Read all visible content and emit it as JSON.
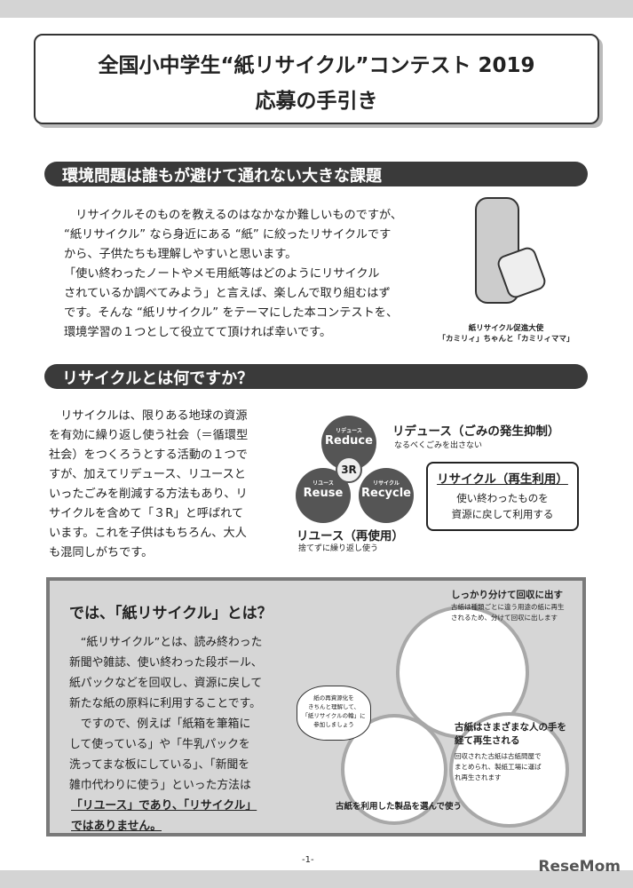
{
  "title": {
    "line1": "全国小中学生“紙リサイクル”コンテスト 2019",
    "line2": "応募の手引き"
  },
  "section1": {
    "heading": "環境問題は誰もが避けて通れない大きな課題",
    "body": "　リサイクルそのものを教えるのはなかなか難しいものですが、\n“紙リサイクル” なら身近にある “紙” に絞ったリサイクルです\nから、子供たちも理解しやすいと思います。\n「使い終わったノートやメモ用紙等はどのようにリサイクル\nされているか調べてみよう」と言えば、楽しんで取り組むはず\nです。そんな “紙リサイクル” をテーマにした本コンテストを、\n環境学習の１つとして役立てて頂ければ幸いです。",
    "mascot_caption": [
      "紙リサイクル促進大使",
      "「カミリィ」ちゃんと「カミリィママ」"
    ]
  },
  "section2": {
    "heading": "リサイクルとは何ですか？",
    "body": "　リサイクルは、限りある地球の資源\nを有効に繰り返し使う社会（＝循環型\n社会）をつくろうとする活動の１つで\nすが、加えてリデュース、リユースと\nいったごみを削減する方法もあり、リ\nサイクルを含めて「３R」と呼ばれて\nいます。これを子供はもちろん、大人\nも混同しがちです。",
    "diagram": {
      "center": "3R",
      "reduce": {
        "kana": "リデュース",
        "word": "Reduce",
        "title": "リデュース（ごみの発生抑制）",
        "desc": "なるべくごみを出さない"
      },
      "reuse": {
        "kana": "リユース",
        "word": "Reuse",
        "title": "リユース（再使用）",
        "desc": "捨てずに繰り返し使う"
      },
      "recycle": {
        "kana": "リサイクル",
        "word": "Recycle",
        "title": "リサイクル（再生利用）",
        "desc": "使い終わったものを\n資源に戻して利用する"
      }
    }
  },
  "box": {
    "heading": "では、「紙リサイクル」とは？",
    "body": "　“紙リサイクル”とは、読み終わった\n新聞や雑誌、使い終わった段ボール、\n紙パックなどを回収し、資源に戻して\n新たな紙の原料に利用することです。\n　ですので、例えば「紙箱を筆箱に\nして使っている」や「牛乳パックを\n洗ってまな板にしている」、「新聞を\n雑巾代わりに使う」といった方法は",
    "emph1": "「リユース」であり、「リサイクル」",
    "emph2": "ではありません。",
    "step1": {
      "title": "しっかり分けて回収に出す",
      "desc": "古紙は種類ごとに違う用途の紙に再生\nされるため、分けて回収に出します"
    },
    "step2": {
      "title": "古紙はさまざまな人の手を\n経て再生される",
      "desc": "回収された古紙は古紙問屋で\nまとめられ、製紙工場に運ば\nれ再生されます"
    },
    "step3": {
      "title": "古紙を利用した製品を選んで使う"
    },
    "bubble": "紙の再資源化を\nきちんと理解して、\n「紙リサイクルの輪」に\n参加しましょう"
  },
  "footer": {
    "page": "-1-",
    "brand": "ReseMom"
  }
}
